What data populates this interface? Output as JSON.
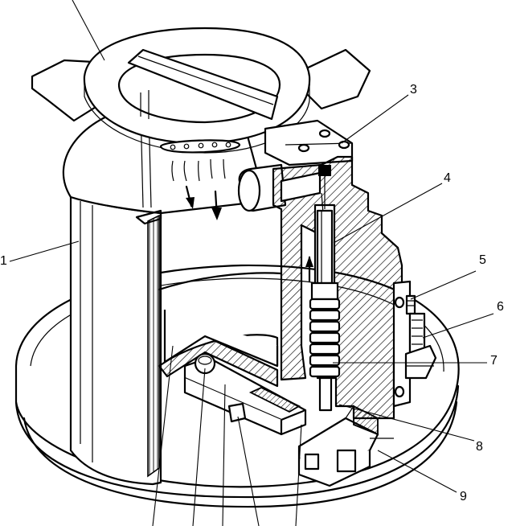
{
  "figure": {
    "callouts": [
      {
        "id": "callout-1",
        "text": "1"
      },
      {
        "id": "callout-3",
        "text": "3"
      },
      {
        "id": "callout-4",
        "text": "4"
      },
      {
        "id": "callout-5",
        "text": "5"
      },
      {
        "id": "callout-6",
        "text": "6"
      },
      {
        "id": "callout-7",
        "text": "7"
      },
      {
        "id": "callout-8",
        "text": "8"
      },
      {
        "id": "callout-9",
        "text": "9"
      }
    ],
    "colors": {
      "ink": "#000000",
      "paper": "#ffffff"
    }
  }
}
